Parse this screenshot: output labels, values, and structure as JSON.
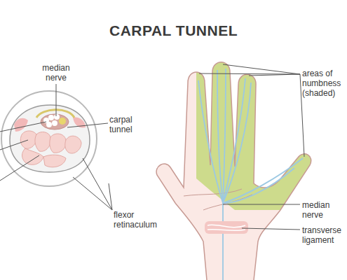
{
  "diagram": {
    "title": "CARPAL TUNNEL",
    "labels": [
      "median nerve",
      "carpal tunnel",
      "flexor retinaculum",
      "areas of numbness (shaded)",
      "median nerve",
      "transverse ligament"
    ]
  }
}
